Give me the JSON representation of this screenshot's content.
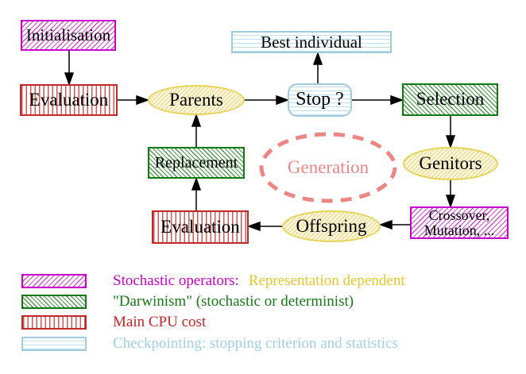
{
  "diagram": {
    "nodes": {
      "initialisation": "Initialisation",
      "evaluation_top": "Evaluation",
      "parents": "Parents",
      "best_individual": "Best individual",
      "stop": "Stop ?",
      "selection": "Selection",
      "genitors": "Genitors",
      "crossover_line1": "Crossover,",
      "crossover_line2": "Mutation, ...",
      "offspring": "Offspring",
      "evaluation_bottom": "Evaluation",
      "replacement": "Replacement",
      "generation": "Generation"
    },
    "legend": [
      {
        "swatch": "magenta-hatch-swatch",
        "label": "Stochastic operators:",
        "label2": "Representation dependent"
      },
      {
        "swatch": "green-hatch-swatch",
        "label": "\"Darwinism\" (stochastic or determinist)"
      },
      {
        "swatch": "red-stripe-swatch",
        "label": "Main CPU cost"
      },
      {
        "swatch": "cyan-stripe-swatch",
        "label": "Checkpointing: stopping criterion and statistics"
      }
    ],
    "colors": {
      "magenta": "#cc00cc",
      "green": "#127a12",
      "red": "#cc2222",
      "cyan_border": "#9fcbe0",
      "cyan_text": "#9fcfe8",
      "yellow_border": "#e7d356",
      "salmon": "#ee8585",
      "gold_text": "#e9c626",
      "arrow": "#000000"
    }
  }
}
